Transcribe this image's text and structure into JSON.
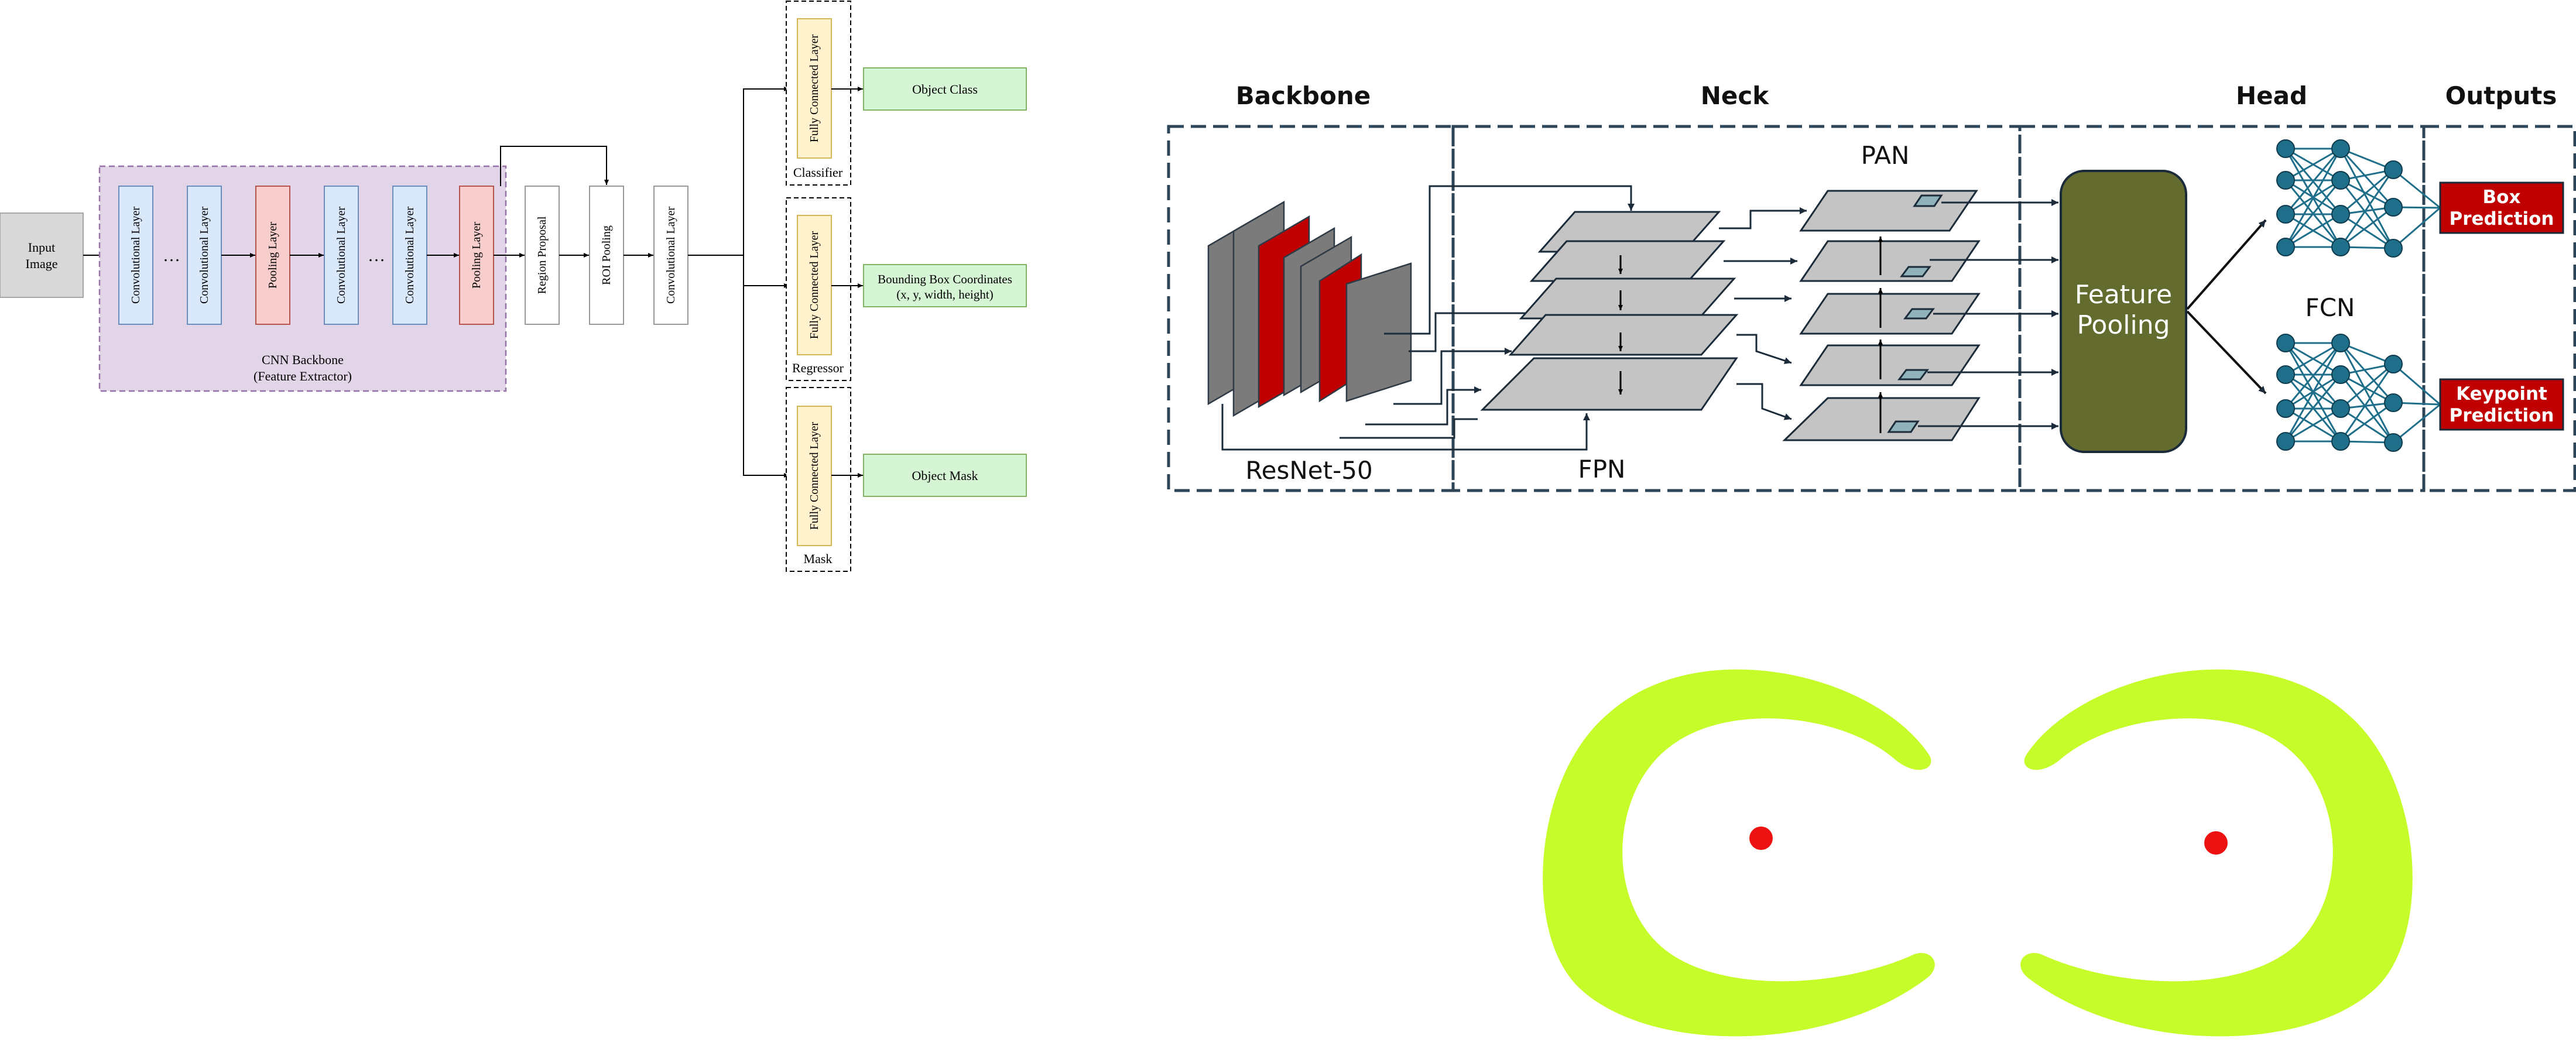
{
  "left_diagram": {
    "input_label_line1": "Input",
    "input_label_line2": "Image",
    "backbone_label_line1": "CNN Backbone",
    "backbone_label_line2": "(Feature Extractor)",
    "conv_label": "Convolutional Layer",
    "pool_label": "Pooling Layer",
    "ellipsis": "…",
    "region_proposal": "Region Proposal",
    "roi_pooling": "ROI Pooling",
    "conv_layer": "Convolutional Layer",
    "fc_label": "Fully Connected Layer",
    "branch_classifier": "Classifier",
    "branch_regressor": "Regressor",
    "branch_mask": "Mask",
    "output_class": "Object Class",
    "output_bbox_line1": "Bounding Box Coordinates",
    "output_bbox_line2": "(x, y, width, height)",
    "output_mask": "Object Mask"
  },
  "right_diagram": {
    "section_backbone": "Backbone",
    "section_neck": "Neck",
    "section_head": "Head",
    "section_outputs": "Outputs",
    "pan_label": "PAN",
    "fpn_label": "FPN",
    "resnet_label": "ResNet-50",
    "feature_pooling_line1": "Feature",
    "feature_pooling_line2": "Pooling",
    "fcn_label": "FCN",
    "box_pred_line1": "Box",
    "box_pred_line2": "Prediction",
    "keypoint_pred_line1": "Keypoint",
    "keypoint_pred_line2": "Prediction"
  },
  "colors": {
    "conv_fill": "#dae8fc",
    "conv_stroke": "#6c8ebf",
    "pool_fill": "#f8cecc",
    "pool_stroke": "#b85450",
    "backbone_fill": "#e1d5e7",
    "backbone_stroke": "#9673a6",
    "fc_fill": "#fff2cc",
    "fc_stroke": "#d6b656",
    "output_fill": "#d5f5d5",
    "output_stroke": "#82b366",
    "input_fill": "#d9d9d9",
    "feature_pooling_fill": "#636b2f",
    "prediction_fill": "#c00000",
    "fcn_node": "#1f6f8b",
    "horseshoe": "#c6fc29",
    "keypoint_dot": "#ee1111"
  }
}
